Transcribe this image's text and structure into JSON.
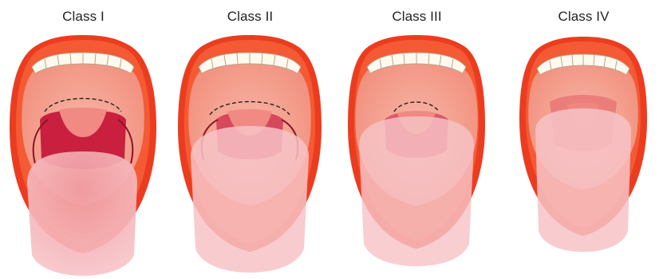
{
  "panels": [
    {
      "label": "Class I",
      "class_level": 1
    },
    {
      "label": "Class II",
      "class_level": 2
    },
    {
      "label": "Class III",
      "class_level": 3
    },
    {
      "label": "Class IV",
      "class_level": 4
    }
  ],
  "colors": {
    "lip_dark": "#e8321b",
    "lip_light": "#f4542f",
    "mouth_interior": "#f6a898",
    "teeth": "#fffaf0",
    "teeth_outline": "#b7a58a",
    "pharynx": "#c8203e",
    "uvula": "#f08a82",
    "arch_line": "#8a1426",
    "tongue": "#f7c3c7",
    "dashed_line": "#222222"
  }
}
